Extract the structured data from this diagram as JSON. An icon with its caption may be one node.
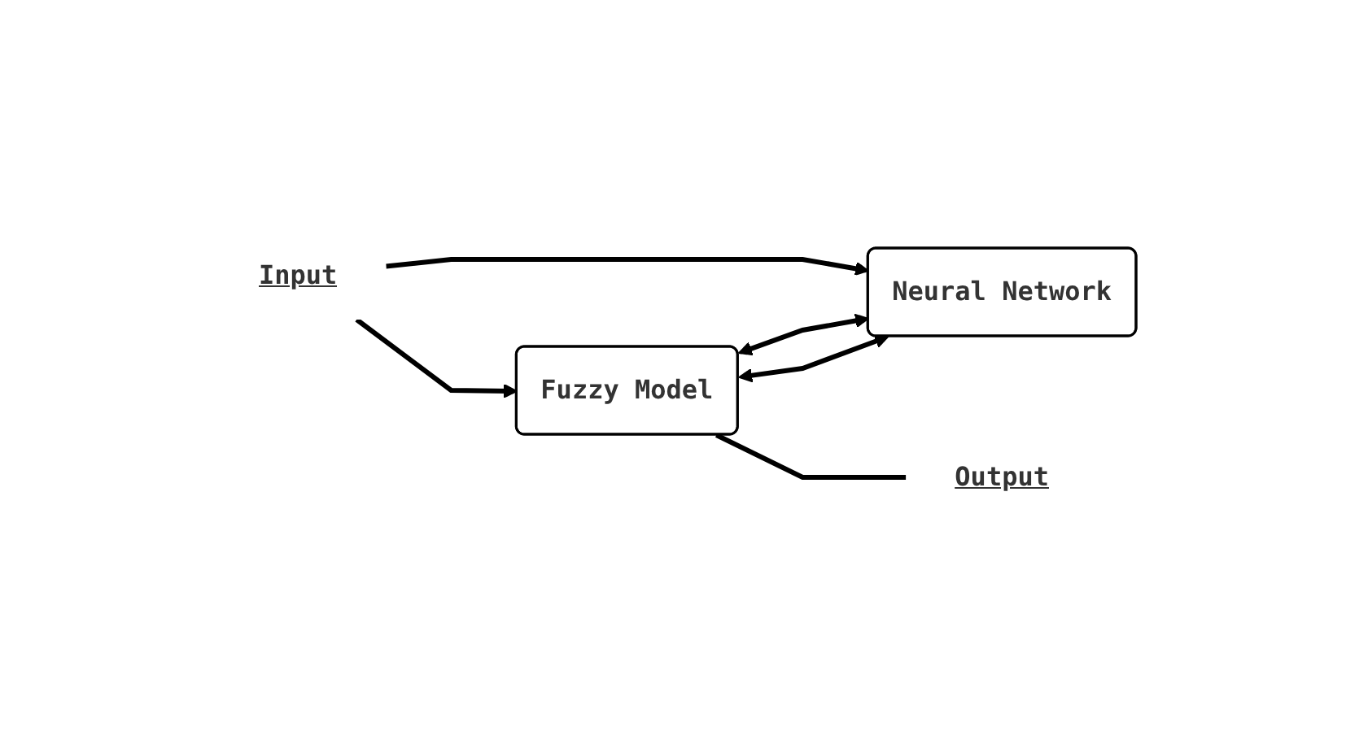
{
  "diagram": {
    "nodes": [
      {
        "text": [
          "Input"
        ]
      },
      {
        "text": [
          "Fuzzy Model"
        ]
      },
      {
        "text": [
          "Neural Network"
        ]
      },
      {
        "text": [
          "Output"
        ]
      }
    ],
    "edges": [
      {
        "from": 0,
        "to": 1,
        "arrow": "to"
      },
      {
        "from": 0,
        "to": 2,
        "arrow": "to"
      },
      {
        "from": 1,
        "to": 2,
        "arrow": "both"
      },
      {
        "from": 1,
        "to": 2,
        "arrow": "both"
      },
      {
        "from": 1,
        "to": 3,
        "arrow": "none"
      }
    ]
  }
}
